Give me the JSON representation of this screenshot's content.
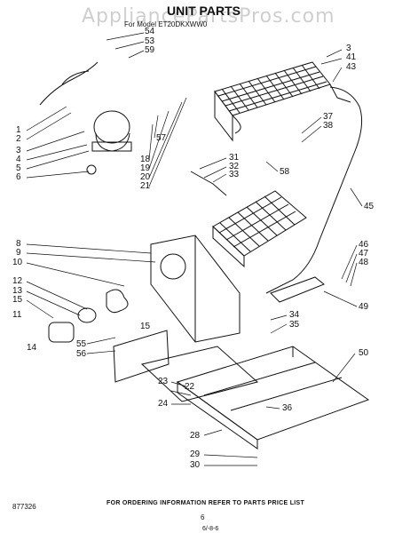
{
  "title": "UNIT PARTS",
  "subtitle": "For Model ET20DKXWW0",
  "watermark": "AppliancePartsPros.com",
  "footer_note": "FOR ORDERING INFORMATION REFER TO PARTS PRICE LIST",
  "page_number": "6",
  "document_number": "877326",
  "date_code": "6/-8-6",
  "callouts": [
    "54",
    "53",
    "59",
    "3",
    "41",
    "43",
    "1",
    "2",
    "3",
    "4",
    "5",
    "6",
    "57",
    "18",
    "19",
    "20",
    "21",
    "37",
    "38",
    "31",
    "32",
    "33",
    "58",
    "45",
    "8",
    "9",
    "10",
    "12",
    "13",
    "15",
    "11",
    "15",
    "14",
    "55",
    "56",
    "46",
    "47",
    "48",
    "49",
    "34",
    "35",
    "50",
    "23",
    "22",
    "24",
    "36",
    "28",
    "29",
    "30"
  ]
}
